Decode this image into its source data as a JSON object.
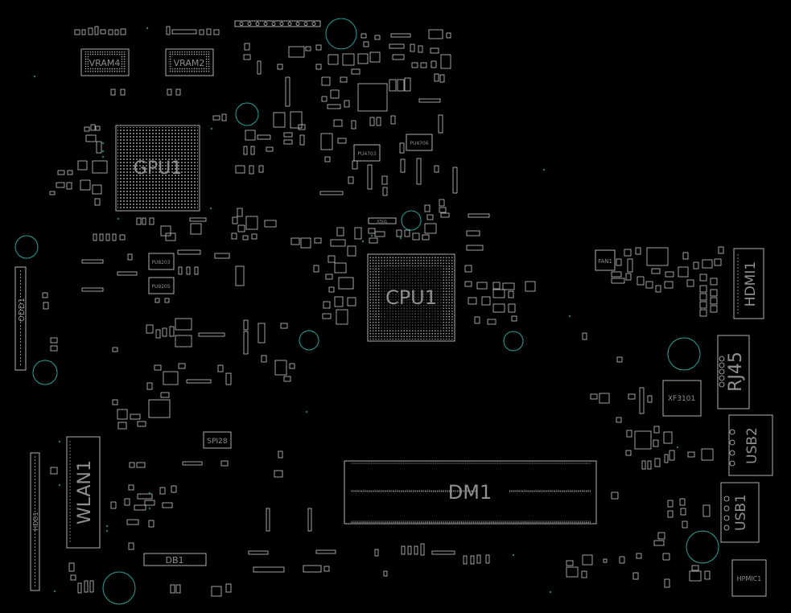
{
  "board": {
    "background": "#000000",
    "outline_color": "#b0b0b0",
    "label_color": "#8f8f8f",
    "hole_color": "#2aa39a"
  },
  "components": {
    "vram4": "VRAM4",
    "vram2": "VRAM2",
    "gpu1": "GPU1",
    "cpu1": "CPU1",
    "hdmi1": "HDMI1",
    "rj45": "RJ45",
    "usb2": "USB2",
    "usb1": "USB1",
    "hpmic1": "HPMIC1",
    "dm1": "DM1",
    "wlan1": "WLAN1",
    "odd1": "ODD1",
    "hdd1": "HDD1",
    "db1": "DB1",
    "spi28": "SPI28",
    "xf3101": "XF3101",
    "fan1": "FAN1",
    "pu8203": "PU8203",
    "pu8205": "PU8205",
    "pu4703": "PU4703",
    "pu4706": "PU4706",
    "x501": "X501"
  }
}
